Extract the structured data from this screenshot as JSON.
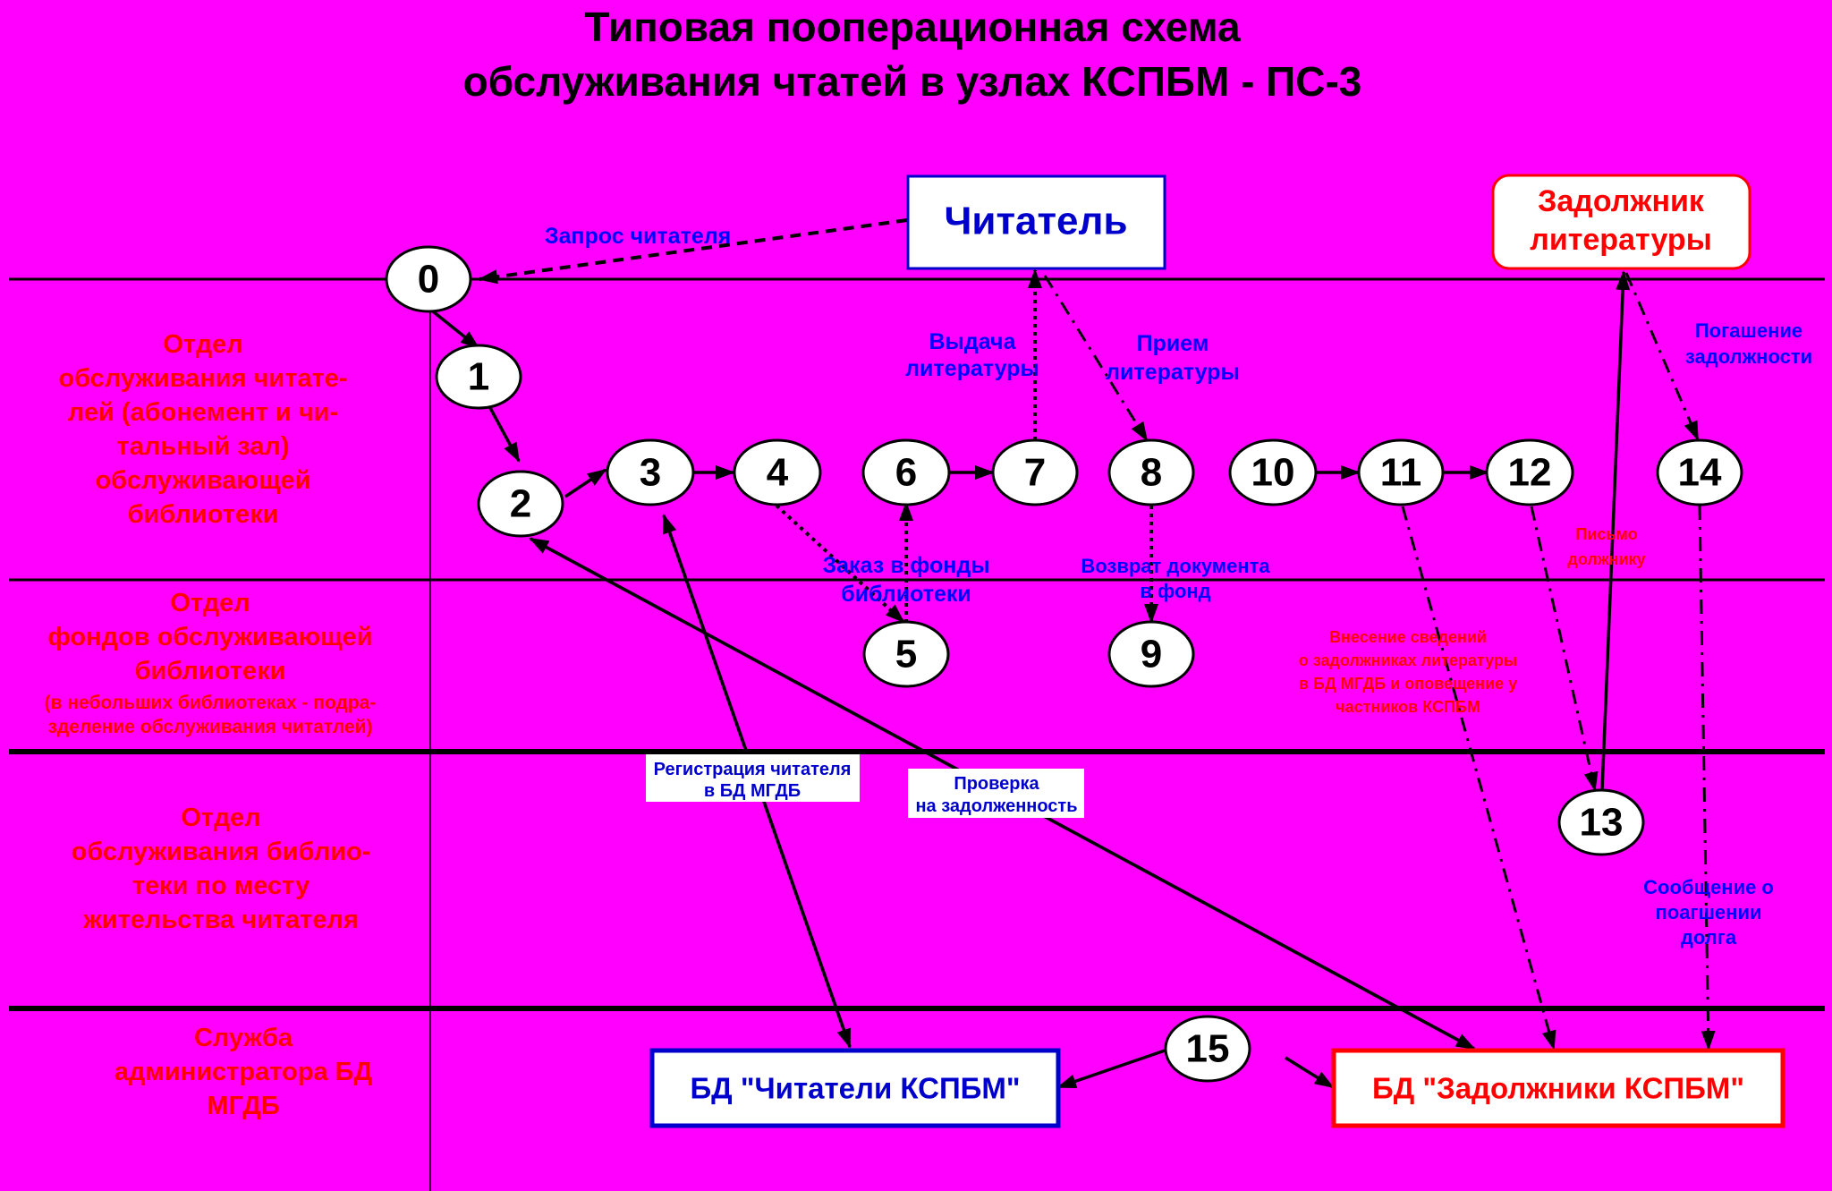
{
  "title": {
    "line1": "Типовая пооперационная схема",
    "line2": "обслуживания чтатей в узлах КСПБМ - ПС-3"
  },
  "lanes": {
    "reader_service": [
      "Отдел",
      "обслуживания читате-",
      "лей (абонемент и чи-",
      "тальный зал)",
      "обслуживающей",
      "библиотеки"
    ],
    "funds": [
      "Отдел",
      "фондов обслуживающей",
      "библиотеки"
    ],
    "funds_note": [
      "(в небольших библиотеках - подра-",
      "зделение обслуживания читатлей)"
    ],
    "residence": [
      "Отдел",
      "обслуживания  библио-",
      "теки по месту",
      "жительства читателя"
    ],
    "db_admin": [
      "Служба",
      "администратора БД",
      "МГДБ"
    ]
  },
  "entities": {
    "reader": "Читатель",
    "debtor": [
      "Задолжник",
      "литературы"
    ],
    "db_readers": "БД \"Читатели КСПБМ\"",
    "db_debtors": "БД \"Задолжники КСПБМ\""
  },
  "nodes": [
    "0",
    "1",
    "2",
    "3",
    "4",
    "5",
    "6",
    "7",
    "8",
    "9",
    "10",
    "11",
    "12",
    "13",
    "14",
    "15"
  ],
  "labels": {
    "reader_request": "Запрос читателя",
    "issue": [
      "Выдача",
      "литературы"
    ],
    "receive": [
      "Прием",
      "литературы"
    ],
    "debt_repay": [
      "Погашение",
      "задолжности"
    ],
    "order": [
      "Заказ в фонды",
      "библиотеки"
    ],
    "return": [
      "Возврат   документа",
      "в   фонд"
    ],
    "letter": [
      "Письмо",
      "должнику"
    ],
    "debtor_info": [
      "Внесение сведений",
      "о задолжниках литературы",
      "в БД МГДБ  и оповещение у",
      "частников КСПБМ"
    ],
    "register": [
      "Регистрация читателя",
      "в БД МГДБ"
    ],
    "check": [
      "Проверка",
      "на задолженность"
    ],
    "repay_msg": [
      "Сообщение о",
      "поагшении",
      "долга"
    ]
  },
  "colors": {
    "background": "#ff00ff",
    "lane_text": "#ff0000",
    "label_blue": "#0000ff",
    "entity_blue": "#0000cc",
    "entity_red": "#ff0000"
  }
}
